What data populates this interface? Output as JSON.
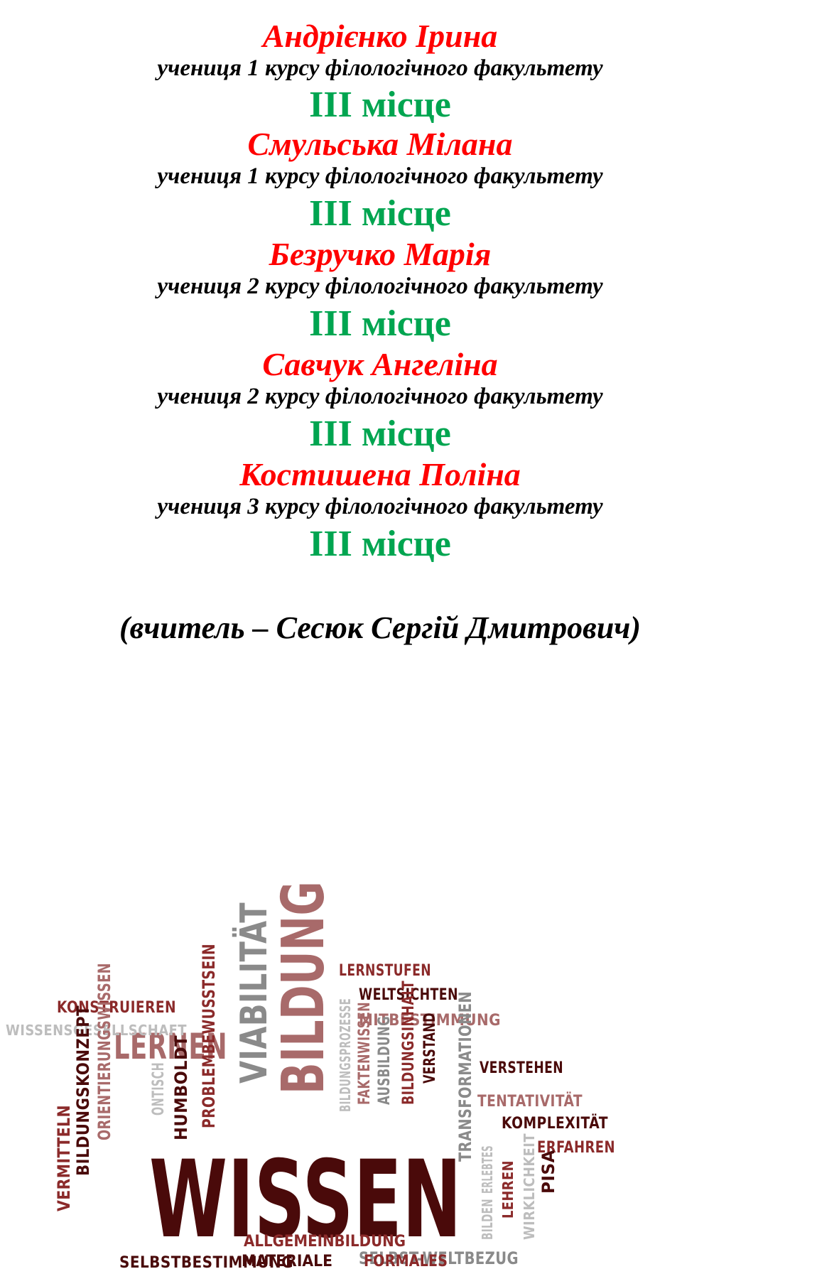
{
  "entries": [
    {
      "name": "Андрієнко Ірина",
      "desc": "учениця  1 курсу філологічного факультету",
      "place": "ІІІ місце"
    },
    {
      "name": "Смульська Мілана",
      "desc": "учениця  1 курсу філологічного факультету",
      "place": "ІІІ місце"
    },
    {
      "name": "Безручко Марія",
      "desc": "учениця  2  курсу філологічного факультету",
      "place": "ІІІ місце"
    },
    {
      "name": "Савчук Ангеліна",
      "desc": "учениця  2 курсу філологічного факультету",
      "place": "ІІІ місце"
    },
    {
      "name": "Костишена Поліна",
      "desc": "учениця  3 курсу філологічного факультету",
      "place": "ІІІ місце"
    }
  ],
  "teacher": "(вчитель – Сесюк Сергій Дмитрович)",
  "colors": {
    "name": "#ff0000",
    "place": "#00a550",
    "text": "#000000",
    "cloud_dark": "#4a0a0a",
    "cloud_mid": "#8b2a2a",
    "cloud_rose": "#a86a6a",
    "cloud_grey": "#8a8a8a",
    "cloud_light": "#bdbdbd"
  },
  "wordcloud": {
    "words": [
      {
        "text": "WISSEN",
        "tone": "dark"
      },
      {
        "text": "BILDUNG",
        "tone": "rose"
      },
      {
        "text": "VIABILITÄT",
        "tone": "grey"
      },
      {
        "text": "LERNEN",
        "tone": "rose"
      },
      {
        "text": "LERNSTUFEN",
        "tone": "mid"
      },
      {
        "text": "WELTSICHTEN",
        "tone": "dark"
      },
      {
        "text": "MITBESTIMMUNG",
        "tone": "rose"
      },
      {
        "text": "KONSTRUIEREN",
        "tone": "mid"
      },
      {
        "text": "WISSENSGESELLSCHAFT",
        "tone": "light"
      },
      {
        "text": "PROBLEMBEWUSSTSEIN",
        "tone": "mid"
      },
      {
        "text": "HUMBOLDT",
        "tone": "dark"
      },
      {
        "text": "ONTISCH",
        "tone": "light"
      },
      {
        "text": "ORIENTIERUNGSWISSEN",
        "tone": "rose"
      },
      {
        "text": "BILDUNGSKONZEPT",
        "tone": "dark"
      },
      {
        "text": "VERMITTELN",
        "tone": "mid"
      },
      {
        "text": "BILDUNGSPROZESSE",
        "tone": "light"
      },
      {
        "text": "FAKTENWISSEN",
        "tone": "rose"
      },
      {
        "text": "AUSBILDUNG",
        "tone": "grey"
      },
      {
        "text": "BILDUNGSINHALT",
        "tone": "mid"
      },
      {
        "text": "VERSTAND",
        "tone": "dark"
      },
      {
        "text": "TRANSFORMATIONEN",
        "tone": "grey"
      },
      {
        "text": "VERSTEHEN",
        "tone": "dark"
      },
      {
        "text": "TENTATIVITÄT",
        "tone": "rose"
      },
      {
        "text": "KOMPLEXITÄT",
        "tone": "dark"
      },
      {
        "text": "ERFAHREN",
        "tone": "mid"
      },
      {
        "text": "BILDEN",
        "tone": "light"
      },
      {
        "text": "ERLEBTES",
        "tone": "light"
      },
      {
        "text": "LEHREN",
        "tone": "mid"
      },
      {
        "text": "WIRKLICHKEIT",
        "tone": "light"
      },
      {
        "text": "PISA",
        "tone": "dark"
      },
      {
        "text": "SELBSTBESTIMMUNG",
        "tone": "dark"
      },
      {
        "text": "SELBST-WELTBEZUG",
        "tone": "grey"
      },
      {
        "text": "ALLGEMEINBILDUNG",
        "tone": "mid"
      },
      {
        "text": "MATERIALE",
        "tone": "dark"
      },
      {
        "text": "FORMALES",
        "tone": "mid"
      }
    ]
  }
}
